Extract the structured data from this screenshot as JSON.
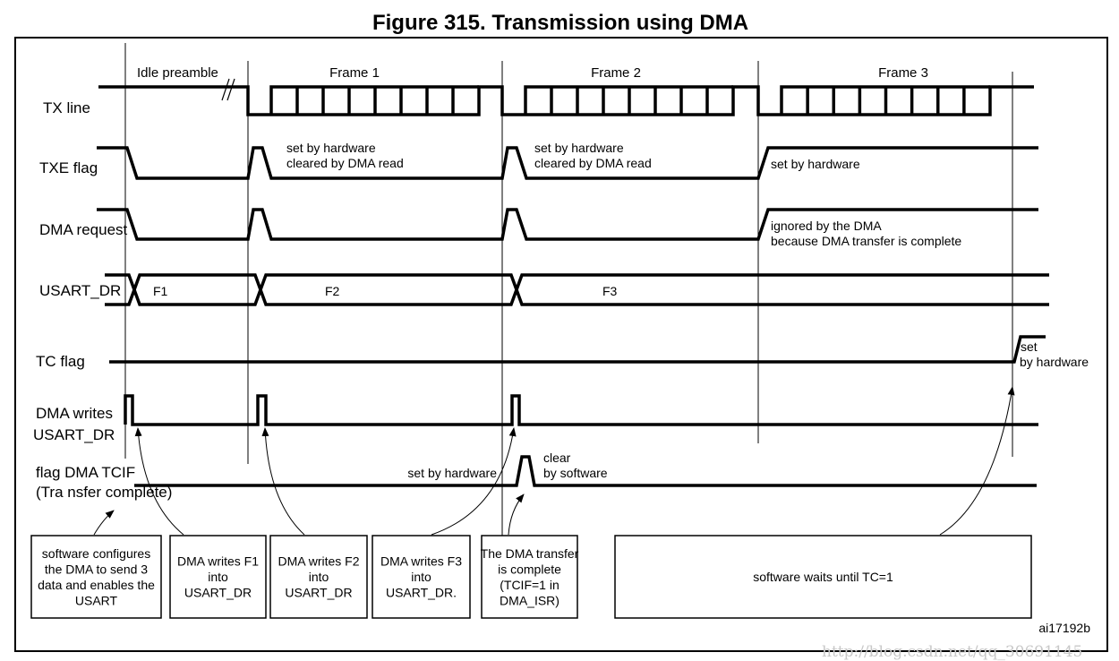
{
  "title": "Figure 315. Transmission using DMA",
  "figure_id": "ai17192b",
  "watermark": "http://blog.csdn.net/qq_30691145",
  "phases": {
    "idle": "Idle preamble",
    "frame1": "Frame 1",
    "frame2": "Frame 2",
    "frame3": "Frame 3"
  },
  "signals": {
    "tx_line": "TX line",
    "txe_flag": "TXE flag",
    "dma_request": "DMA request",
    "usart_dr": "USART_DR",
    "tc_flag": "TC flag",
    "dma_writes_1": "DMA writes",
    "dma_writes_2": "USART_DR",
    "tcif_1": "flag DMA TCIF",
    "tcif_2": "(Tra nsfer complete)"
  },
  "notes": {
    "txe1_a": "set by hardware",
    "txe1_b": "cleared by DMA read",
    "txe2_a": "set by hardware",
    "txe2_b": "cleared by DMA read",
    "txe3": "set by hardware",
    "dma3_a": "ignored by the DMA",
    "dma3_b": "because DMA transfer is complete",
    "f1": "F1",
    "f2": "F2",
    "f3": "F3",
    "tc_a": "set",
    "tc_b": "by hardware",
    "tcif_set": "set by hardware",
    "tcif_clr_a": "clear",
    "tcif_clr_b": "by software"
  },
  "boxes": [
    [
      "software configures",
      "the DMA to send 3",
      "data and enables the",
      "USART"
    ],
    [
      "DMA writes F1",
      "into",
      "USART_DR"
    ],
    [
      "DMA writes F2",
      "into",
      "USART_DR"
    ],
    [
      "DMA writes F3",
      "into",
      "USART_DR."
    ],
    [
      "The DMA transfer",
      "is complete",
      "(TCIF=1 in",
      "DMA_ISR)"
    ],
    [
      "software waits until TC=1"
    ]
  ]
}
